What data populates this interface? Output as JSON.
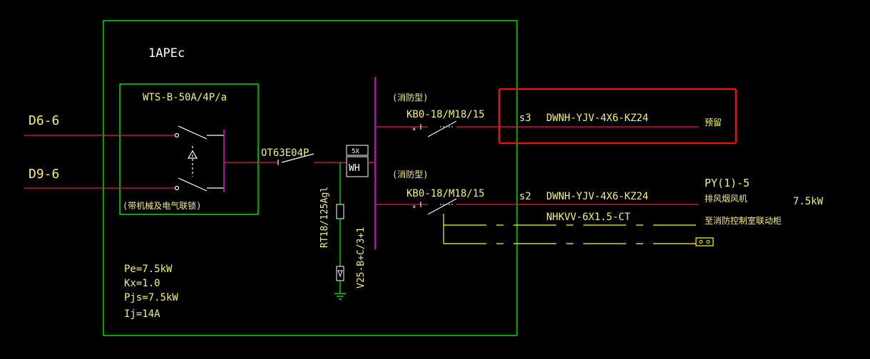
{
  "panel": {
    "name": "1APEc",
    "ats_model": "WTS-B-50A/4P/a",
    "ats_note": "(带机械及电气联锁)",
    "main_switch": "OT63E04P",
    "meter_top": "5X",
    "meter": "WH",
    "fuse": "RT18/125Agl",
    "spd": "V25-B+C/3+1",
    "calc": {
      "pe": "Pe=7.5kW",
      "kx": "Kx=1.0",
      "pjs": "Pjs=7.5kW",
      "ij": "Ij=14A"
    }
  },
  "sources": {
    "in1": "D6-6",
    "in2": "D9-6"
  },
  "circuits": [
    {
      "type": "(消防型)",
      "breaker": "KB0-18/M18/15",
      "id": "s3",
      "cable": "DWNH-YJV-4X6-KZ24",
      "load": "预留",
      "code": "",
      "power": ""
    },
    {
      "type": "(消防型)",
      "breaker": "KB0-18/M18/15",
      "id": "s2",
      "cable": "DWNH-YJV-4X6-KZ24",
      "load": "排风烟风机",
      "code": "PY(1)-5",
      "power": "7.5kW"
    }
  ],
  "control": {
    "cable": "NHKVV-6X1.5-CT",
    "dest": "至消防控制室联动柜"
  },
  "colors": {
    "background": "#000000",
    "frame": "#00ff00",
    "power_line": "#e8194a",
    "bus": "#ff00ff",
    "control_line": "#ffff00",
    "highlight": "#e11515",
    "text": "#f5f07a"
  }
}
